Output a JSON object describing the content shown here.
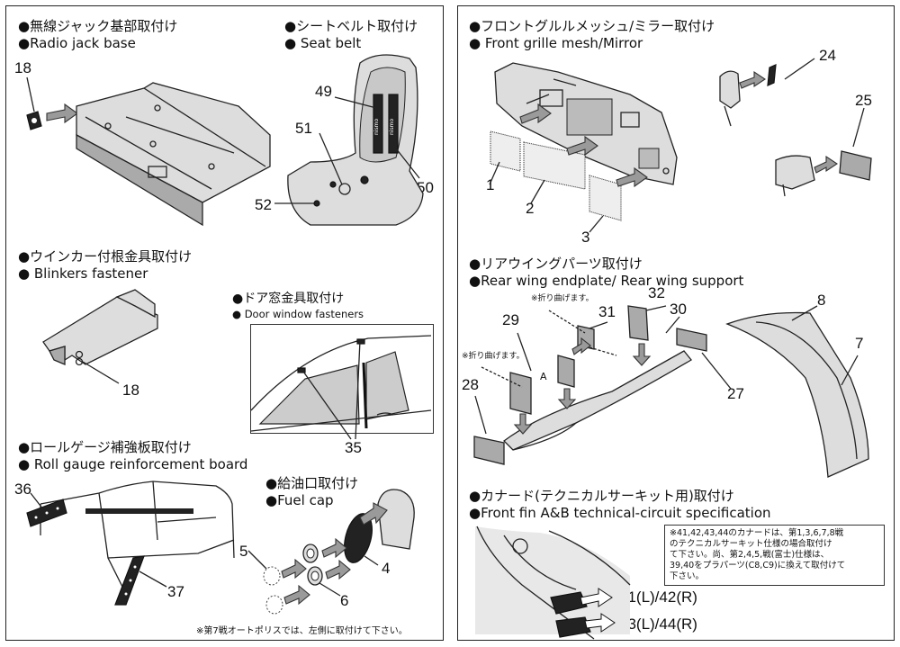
{
  "sections": {
    "radio_jack": {
      "jp": "●無線ジャック基部取付け",
      "en": "●Radio jack base",
      "parts": [
        "18"
      ]
    },
    "seat_belt": {
      "jp": "●シートベルト取付け",
      "en": "● Seat belt",
      "parts": [
        "49",
        "51",
        "50",
        "52"
      ]
    },
    "blinkers": {
      "jp": "●ウインカー付根金具取付け",
      "en": "● Blinkers fastener",
      "parts": [
        "18"
      ]
    },
    "door_window": {
      "jp": "●ドア窓金具取付け",
      "en": "● Door window fasteners",
      "parts": [
        "35"
      ]
    },
    "roll_gauge": {
      "jp": "●ロールゲージ補強板取付け",
      "en": "● Roll gauge reinforcement board",
      "parts": [
        "36",
        "37"
      ]
    },
    "fuel_cap": {
      "jp": "●給油口取付け",
      "en": "●Fuel cap",
      "parts": [
        "5",
        "4",
        "6"
      ]
    },
    "front_grille": {
      "jp": "●フロントグルルメッシュ/ミラー取付け",
      "en": "● Front grille mesh/Mirror",
      "parts": [
        "24",
        "25",
        "1",
        "2",
        "3"
      ]
    },
    "rear_wing": {
      "jp": "●リアウイングパーツ取付け",
      "en": "●Rear wing endplate/ Rear wing support",
      "parts": [
        "32",
        "31",
        "30",
        "29",
        "8",
        "7",
        "27",
        "28"
      ],
      "fold_note": "※折り曲げます。",
      "fold_note_2": "※折り曲げます。",
      "marker": "A"
    },
    "canard": {
      "jp": "●カナード(テクニカルサーキット用)取付け",
      "en": "●Front fin A&B technical-circuit specification",
      "parts": [
        "41(L)/42(R)",
        "43(L)/44(R)"
      ]
    }
  },
  "notes": {
    "autopolis": "※第7戦オートポリスでは、左側に取付けて下さい。",
    "canard_box": [
      "※41,42,43,44のカナードは、第1,3,6,7,8戦",
      "のテクニカルサーキット仕様の場合取付け",
      "て下さい。尚、第2,4,5,戦(富士)仕様は、",
      "39,40をプラパーツ(C8,C9)に換えて取付けて",
      "下さい。"
    ]
  },
  "seat_decal_text": "nismo"
}
